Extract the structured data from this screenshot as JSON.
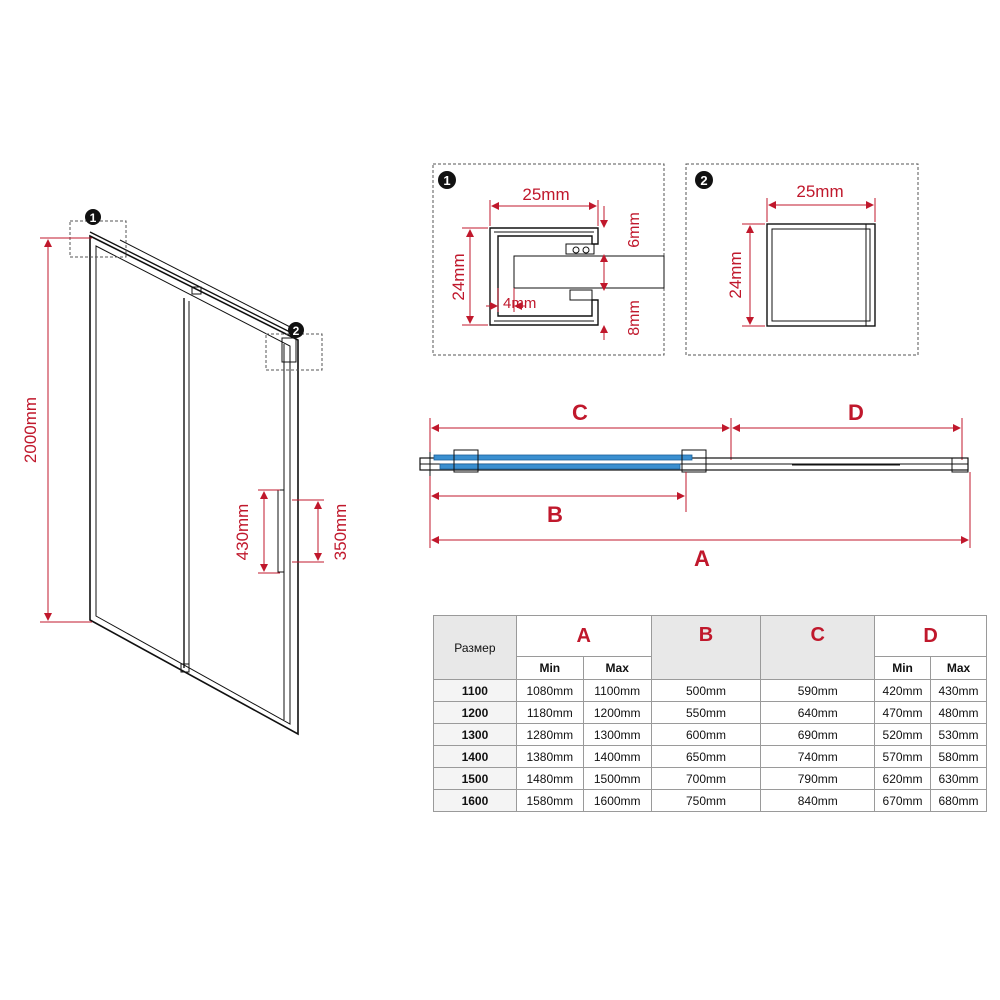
{
  "door": {
    "height_label": "2000mm",
    "handle_outer_label": "430mm",
    "handle_inner_label": "350mm",
    "detail1_badge": "1",
    "detail2_badge": "2"
  },
  "detail1": {
    "badge": "1",
    "width_label": "25mm",
    "height_label": "24mm",
    "gap_label": "4mm",
    "top_label": "6mm",
    "bottom_label": "8mm"
  },
  "detail2": {
    "badge": "2",
    "width_label": "25mm",
    "height_label": "24mm"
  },
  "plan": {
    "c_label": "C",
    "d_label": "D",
    "b_label": "B",
    "a_label": "A",
    "glass_color": "#3a8fd0"
  },
  "table": {
    "size_header": "Размер",
    "a_header": "A",
    "b_header": "B",
    "c_header": "C",
    "d_header": "D",
    "min_label": "Min",
    "max_label": "Max",
    "rows": [
      {
        "size": "1100",
        "a_min": "1080mm",
        "a_max": "1100mm",
        "b": "500mm",
        "c": "590mm",
        "d_min": "420mm",
        "d_max": "430mm"
      },
      {
        "size": "1200",
        "a_min": "1180mm",
        "a_max": "1200mm",
        "b": "550mm",
        "c": "640mm",
        "d_min": "470mm",
        "d_max": "480mm"
      },
      {
        "size": "1300",
        "a_min": "1280mm",
        "a_max": "1300mm",
        "b": "600mm",
        "c": "690mm",
        "d_min": "520mm",
        "d_max": "530mm"
      },
      {
        "size": "1400",
        "a_min": "1380mm",
        "a_max": "1400mm",
        "b": "650mm",
        "c": "740mm",
        "d_min": "570mm",
        "d_max": "580mm"
      },
      {
        "size": "1500",
        "a_min": "1480mm",
        "a_max": "1500mm",
        "b": "700mm",
        "c": "790mm",
        "d_min": "620mm",
        "d_max": "630mm"
      },
      {
        "size": "1600",
        "a_min": "1580mm",
        "a_max": "1600mm",
        "b": "750mm",
        "c": "840mm",
        "d_min": "670mm",
        "d_max": "680mm"
      }
    ]
  },
  "colors": {
    "dimension": "#c0182c",
    "line": "#111111"
  }
}
